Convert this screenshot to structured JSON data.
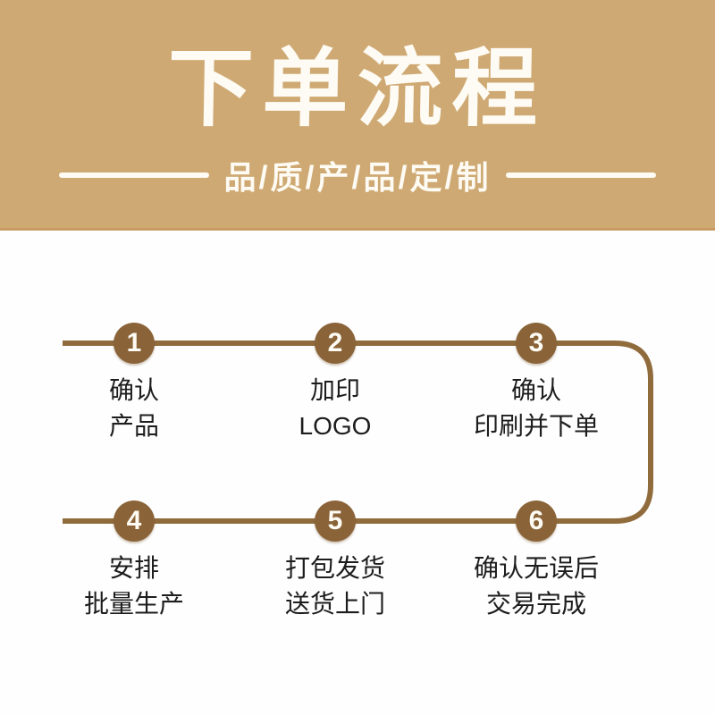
{
  "header": {
    "title": "下单流程",
    "subtitle": "品/质/产/品/定/制"
  },
  "colors": {
    "banner_background": "#cfa973",
    "banner_text": "#fdfbf3",
    "step_circle": "#8a6338",
    "connector_line": "#906b3c",
    "label_text": "#1d1d1d",
    "page_background": "#fefefe"
  },
  "steps": [
    {
      "number": "1",
      "line1": "确认",
      "line2": "产品"
    },
    {
      "number": "2",
      "line1": "加印",
      "line2": "LOGO"
    },
    {
      "number": "3",
      "line1": "确认",
      "line2": "印刷并下单"
    },
    {
      "number": "4",
      "line1": "安排",
      "line2": "批量生产"
    },
    {
      "number": "5",
      "line1": "打包发货",
      "line2": "送货上门"
    },
    {
      "number": "6",
      "line1": "确认无误后",
      "line2": "交易完成"
    }
  ]
}
